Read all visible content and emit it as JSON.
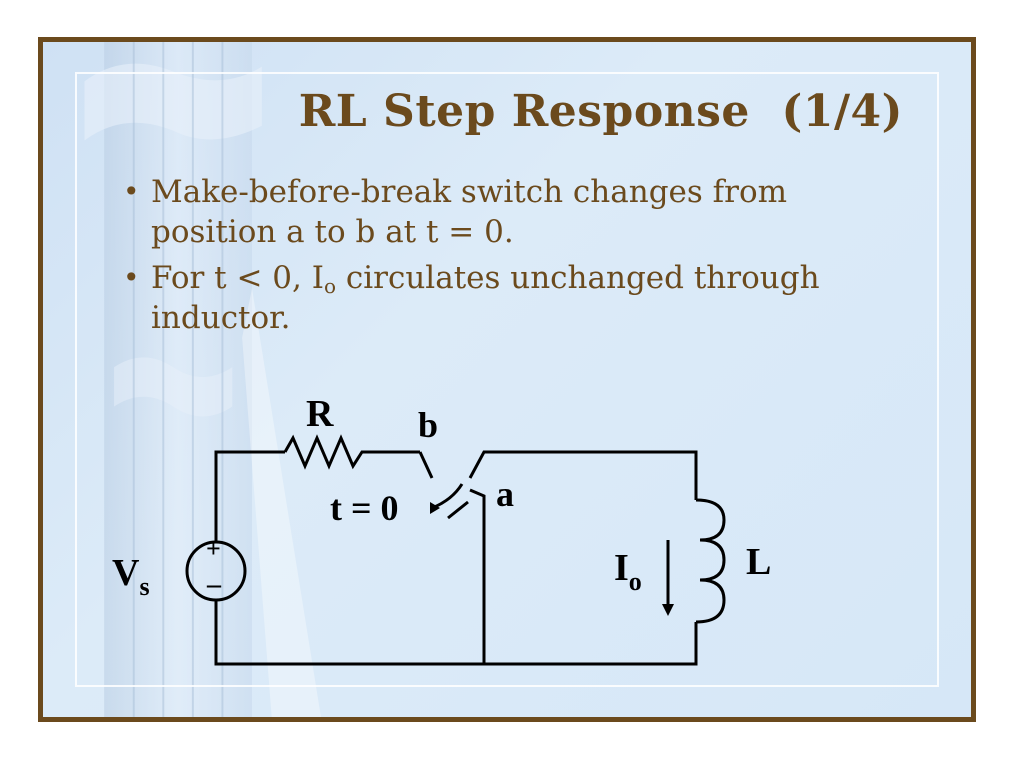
{
  "slide": {
    "title": "RL Step Response  (1/4)",
    "bullets": [
      {
        "text": "Make-before-break switch changes from position a to b at t = 0."
      },
      {
        "pre": "For t < 0, I",
        "sub": "o",
        "post": " circulates unchanged through inductor."
      }
    ]
  },
  "circuit": {
    "resistor_label": "R",
    "switch_b_label": "b",
    "switch_a_label": "a",
    "switch_time_label": "t = 0",
    "source_label": "V",
    "source_sub": "s",
    "source_plus": "+",
    "source_minus": "–",
    "current_label": "I",
    "current_sub": "o",
    "inductor_label": "L"
  },
  "colors": {
    "title": "#6b4a1d",
    "frame": "#6b4a1d",
    "background": "#d6e7f7"
  }
}
